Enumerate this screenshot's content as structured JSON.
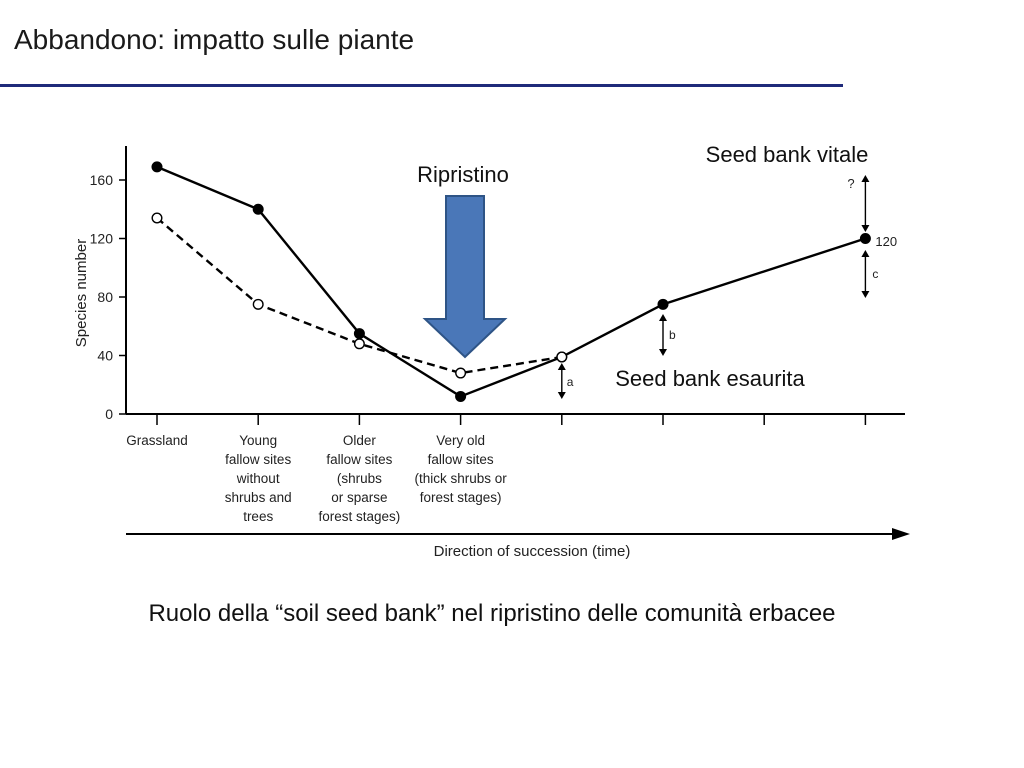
{
  "slide": {
    "title": "Abbandono: impatto sulle piante",
    "caption": "Ruolo della “soil seed bank” nel ripristino delle comunità erbacee"
  },
  "colors": {
    "title_rule": "#1f2a7a",
    "arrow_fill": "#4a77b8",
    "arrow_stroke": "#2e5486",
    "line": "#000000"
  },
  "annotations": {
    "ripristino": "Ripristino",
    "seed_bank_vitale": "Seed bank vitale",
    "seed_bank_esaurita": "Seed bank esaurita",
    "question_mark": "?",
    "end_value": "120",
    "label_a": "a",
    "label_b": "b",
    "label_c": "c"
  },
  "chart_data": {
    "type": "line",
    "ylabel": "Species number",
    "xlabel": "Direction of succession (time)",
    "ylim": [
      0,
      180
    ],
    "yticks": [
      0,
      40,
      80,
      120,
      160
    ],
    "x": [
      0,
      1,
      2,
      3,
      4,
      5,
      6,
      7
    ],
    "categories": [
      [
        "Grassland"
      ],
      [
        "Young",
        "fallow sites",
        "without",
        "shrubs and",
        "trees"
      ],
      [
        "Older",
        "fallow sites",
        "(shrubs",
        "or sparse",
        "forest stages)"
      ],
      [
        "Very old",
        "fallow sites",
        "(thick shrubs or",
        "forest stages)"
      ],
      [],
      [],
      [],
      []
    ],
    "series": [
      {
        "style": "solid-filled",
        "x": [
          0,
          1,
          2,
          3,
          4,
          5,
          7
        ],
        "values": [
          169,
          140,
          55,
          12,
          39,
          75,
          120
        ]
      },
      {
        "style": "dashed-open",
        "x": [
          0,
          1,
          2,
          3,
          4
        ],
        "values": [
          134,
          75,
          48,
          28,
          39
        ]
      }
    ],
    "grid": false
  }
}
